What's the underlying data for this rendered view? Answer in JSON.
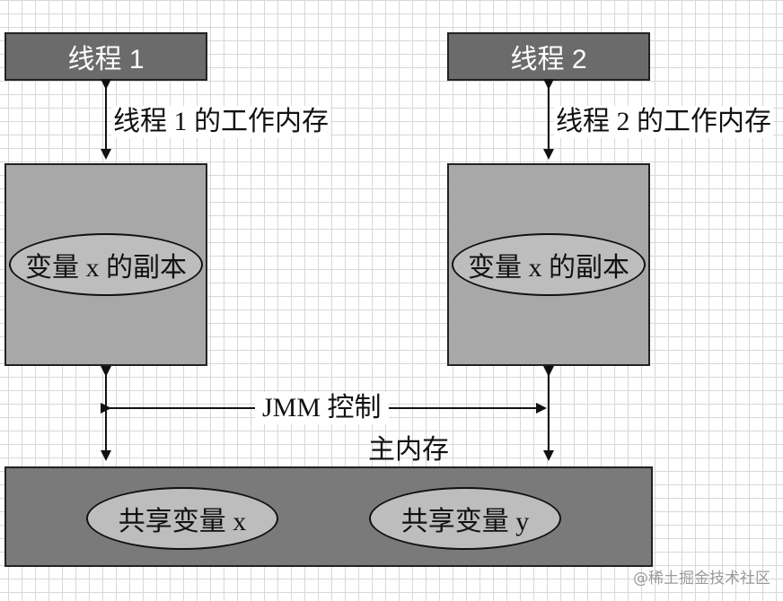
{
  "thread1": {
    "label": "线程 1",
    "working_memory_label": "线程 1 的工作内存",
    "copy_label": "变量 x 的副本"
  },
  "thread2": {
    "label": "线程 2",
    "working_memory_label": "线程 2 的工作内存",
    "copy_label": "变量 x 的副本"
  },
  "jmm_label": "JMM 控制",
  "main_memory": {
    "label": "主内存",
    "shared_vars": [
      "共享变量 x",
      "共享变量 y"
    ]
  },
  "watermark": "@稀土掘金技术社区"
}
